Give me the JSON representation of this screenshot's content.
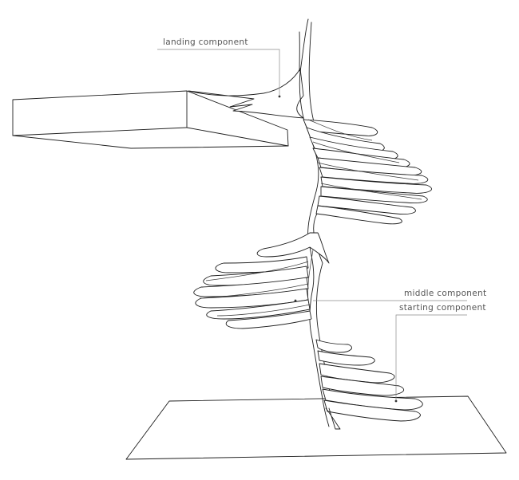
{
  "labels": {
    "landing": "landing component",
    "middle": "middle component",
    "starting": "starting component"
  }
}
